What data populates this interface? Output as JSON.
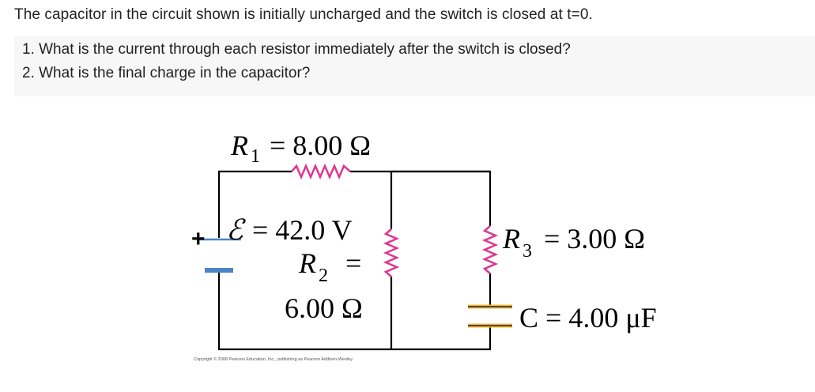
{
  "problem": {
    "intro": "The capacitor in the circuit shown is initially uncharged and the switch is closed at t=0.",
    "questions": [
      "1. What is the current through each resistor immediately after the switch is closed?",
      "2. What is the final charge in the capacitor?"
    ]
  },
  "circuit": {
    "r1_sym": "R",
    "r1_sub": "1",
    "r1_value": "= 8.00 Ω",
    "emf_plus": "+",
    "emf_sym": "ℰ",
    "emf_value": "= 42.0 V",
    "r2_sym": "R",
    "r2_sub": "2",
    "r2_eq": "=",
    "r2_value": "6.00 Ω",
    "r3_sym": "R",
    "r3_sub": "3",
    "r3_value": "= 3.00 Ω",
    "c_label": "C = 4.00 μF",
    "copyright": "Copyright © 2008 Pearson Education, Inc., publishing as Pearson Addison-Wesley",
    "colors": {
      "wire": "#000000",
      "resistor": "#e0358f",
      "battery": "#4a86c5",
      "capacitor": "#f0b948"
    }
  }
}
